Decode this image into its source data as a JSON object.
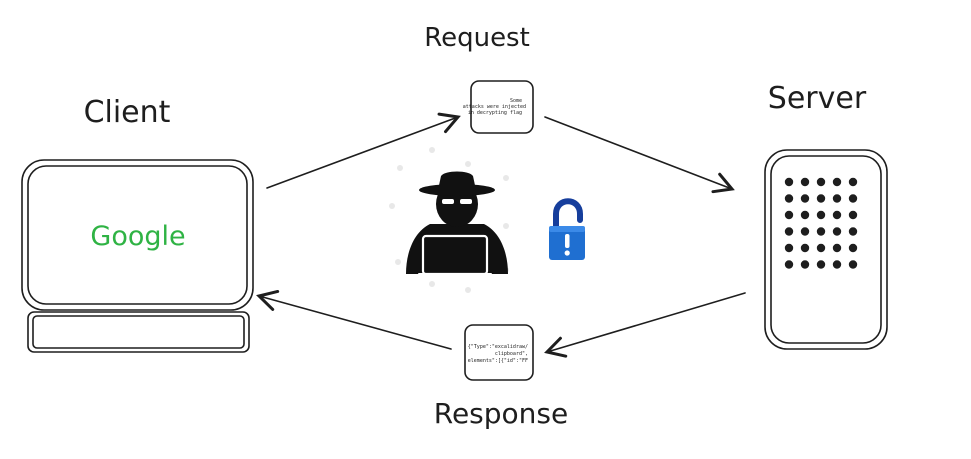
{
  "labels": {
    "client": "Client",
    "server": "Server",
    "request": "Request",
    "response": "Response",
    "screen_text": "Google"
  },
  "request_note": [
    "Some",
    "attacks were injected",
    "in decrypting flag"
  ],
  "response_note": [
    "{\"Type\":\"excalidraw/",
    "clipboard\",",
    "elements\":[{\"id\":\"FF"
  ],
  "colors": {
    "ink": "#1e1e1e",
    "google_green": "#2fb344",
    "lock_blue": "#1f6fd1"
  },
  "icons": {
    "attacker": "hacker-icon",
    "lock": "unlocked-padlock-icon"
  }
}
